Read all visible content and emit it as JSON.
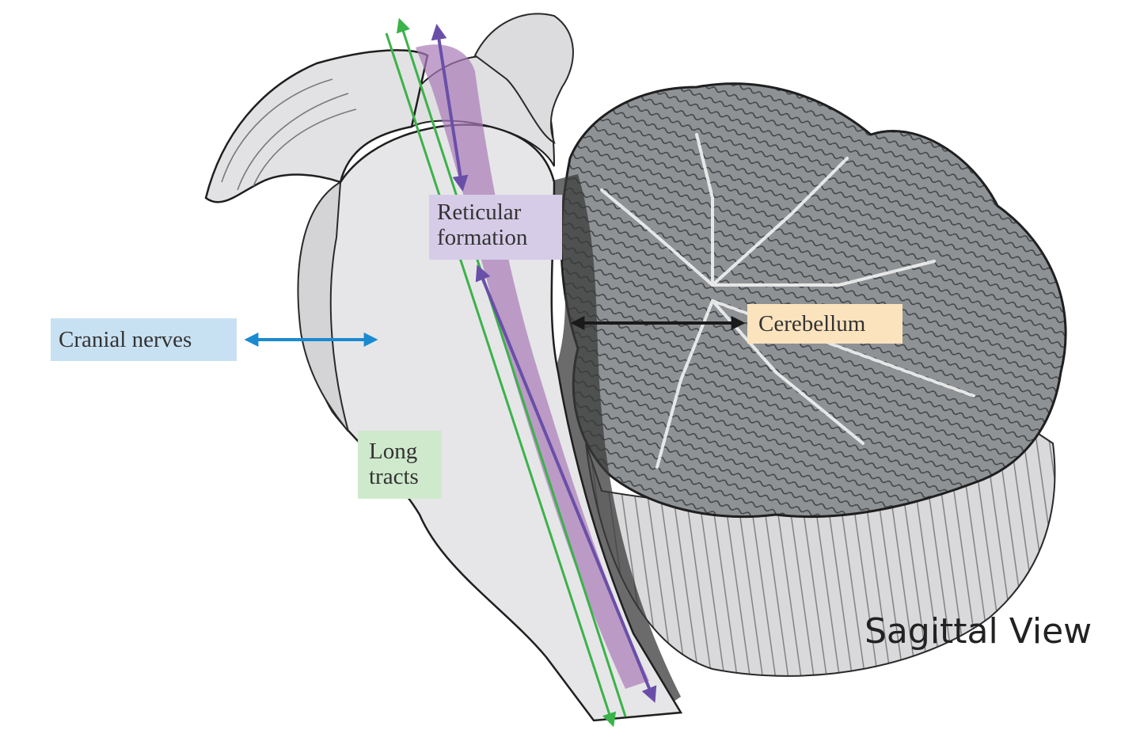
{
  "labels": {
    "reticular": {
      "line1": "Reticular",
      "line2": "formation"
    },
    "cranial_nerves": "Cranial nerves",
    "cerebellum": "Cerebellum",
    "long_tracts": {
      "line1": "Long",
      "line2": "tracts"
    }
  },
  "caption": "Sagittal View",
  "colors": {
    "reticular_box": "#d6cce8",
    "reticular_arrow": "#6a4fa8",
    "reticular_band": "#a87ab8",
    "cranial_box": "#c8e1f2",
    "cranial_arrow": "#1a8ad0",
    "cerebellum_box": "#fbe3bd",
    "cerebellum_arrow": "#1a1a1a",
    "long_tracts_box": "#cfe9cc",
    "long_tracts_arrow": "#3bb24a",
    "brainstem_fill": "#e6e6e8",
    "cerebellum_fill": "#8e9295"
  }
}
